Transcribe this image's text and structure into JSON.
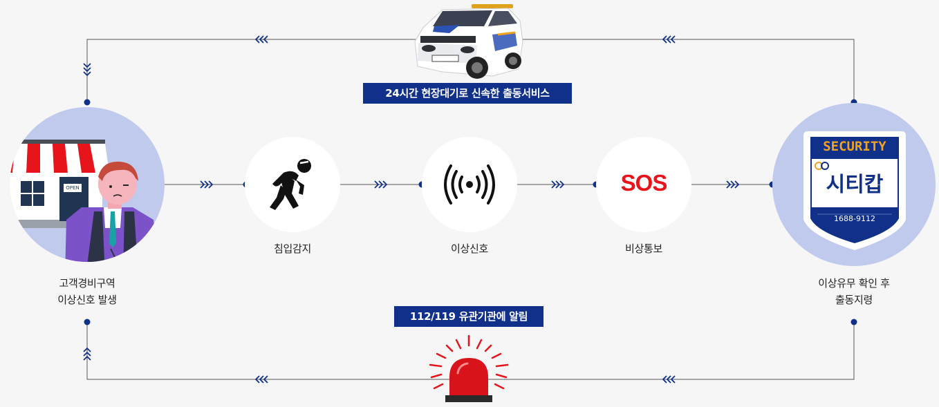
{
  "banners": {
    "top": "24시간 현장대기로 신속한 출동서비스",
    "bottom": "112/119 유관기관에 알림"
  },
  "customer": {
    "line1": "고객경비구역",
    "line2": "이상신호 발생",
    "store_sign": "OPEN"
  },
  "steps": [
    {
      "label": "침입감지",
      "icon": "intruder-icon"
    },
    {
      "label": "이상신호",
      "icon": "signal-icon"
    },
    {
      "label": "비상통보",
      "icon": "sos-icon",
      "icon_text": "SOS"
    }
  ],
  "hq": {
    "line1": "이상유무 확인 후",
    "line2": "출동지령",
    "badge_title": "SECURITY",
    "badge_name": "시티캅",
    "badge_phone": "1688-9112"
  },
  "colors": {
    "navy": "#10308a",
    "accent_red": "#e8141b",
    "circle_bg": "#bfcaec",
    "badge_gold": "#f0a31c"
  }
}
